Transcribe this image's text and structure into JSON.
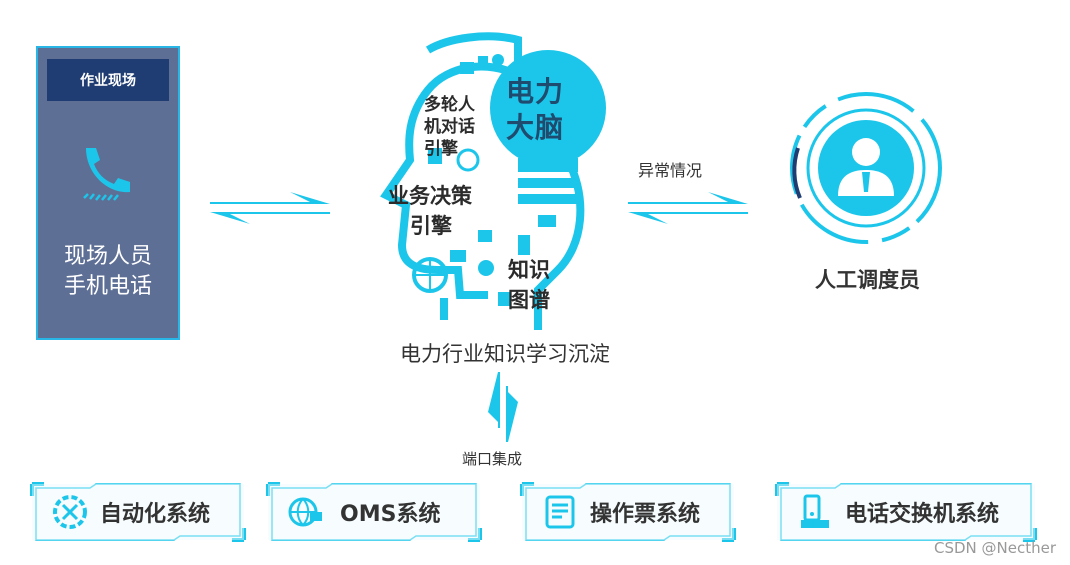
{
  "field": {
    "tag": "作业现场",
    "line1": "现场人员",
    "line2": "手机电话"
  },
  "head": {
    "bulb_line1": "电力",
    "bulb_line2": "大脑",
    "engine1_line1": "多轮人",
    "engine1_line2": "机对话",
    "engine1_line3": "引擎",
    "engine2_line1": "业务决策",
    "engine2_line2": "引擎",
    "kg_line1": "知识",
    "kg_line2": "图谱",
    "caption": "电力行业知识学习沉淀"
  },
  "flow": {
    "abnormal": "异常情况",
    "port": "端口集成"
  },
  "dispatcher": {
    "label": "人工调度员"
  },
  "systems": [
    {
      "label": "自动化系统",
      "icon": "tools-gear-icon"
    },
    {
      "label": "OMS系统",
      "icon": "globe-monitor-icon"
    },
    {
      "label": "操作票系统",
      "icon": "document-icon"
    },
    {
      "label": "电话交换机系统",
      "icon": "telephone-icon"
    }
  ],
  "watermark": "CSDN @Necther",
  "colors": {
    "accent": "#1cc6ea",
    "card_bg": "#5e6f96",
    "tag_bg": "#1f3d73"
  }
}
